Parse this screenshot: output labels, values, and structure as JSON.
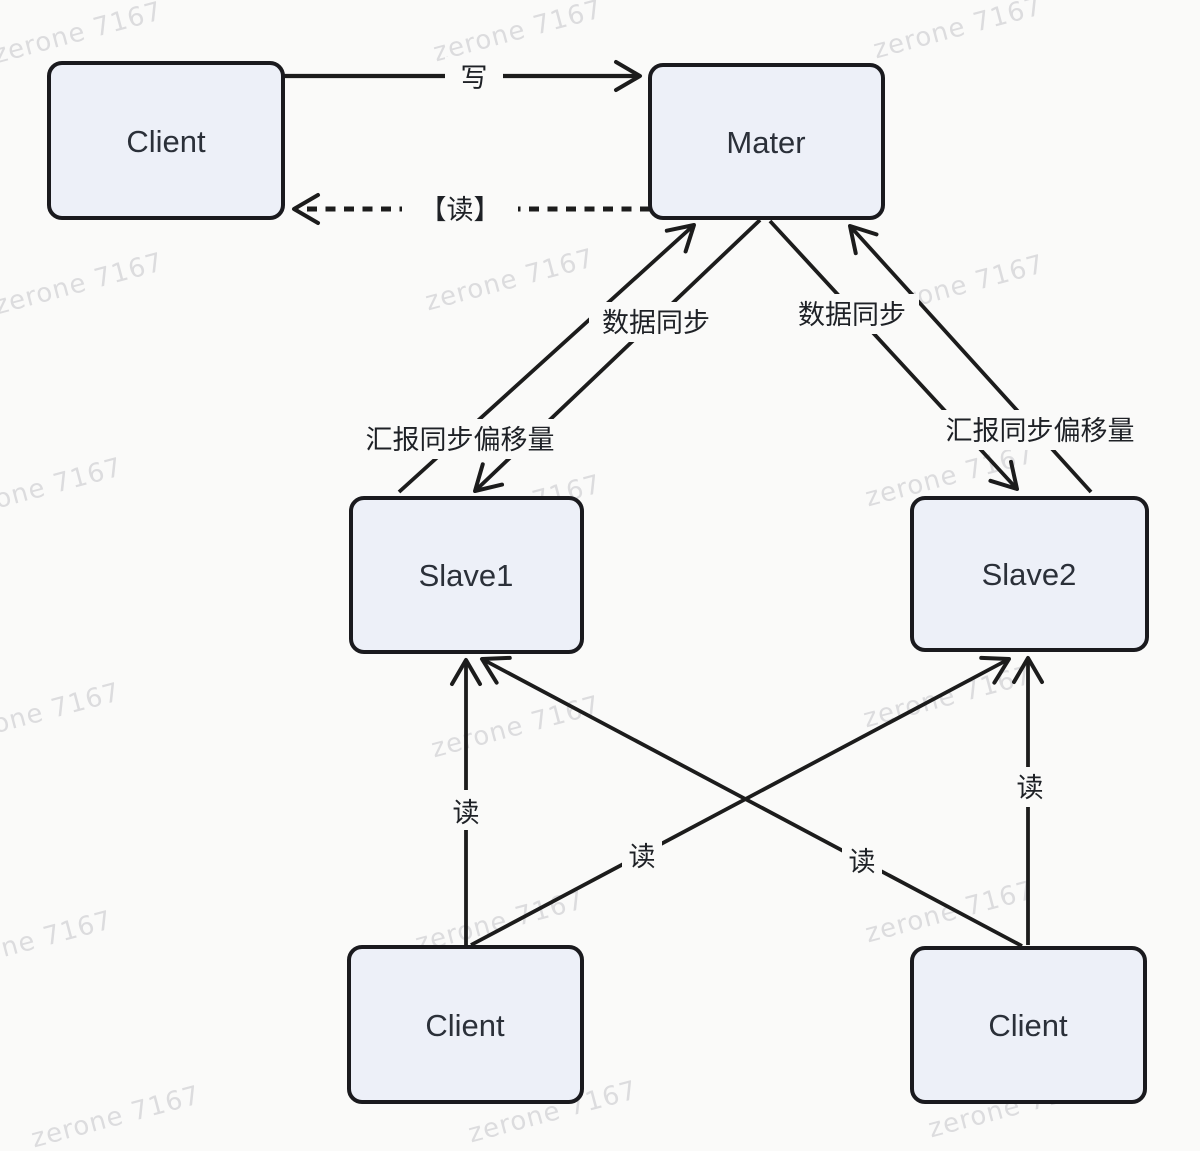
{
  "watermark": {
    "text": "zerone 7167"
  },
  "colors": {
    "background": "#fafaf9",
    "node_fill": "#edf0f8",
    "node_border": "#1a1a1e",
    "line": "#1c1c1c",
    "node_text": "#2b3039",
    "label_text": "#1e2126",
    "watermark_text": "#dcdcde"
  },
  "nodes": {
    "client_top": {
      "label": "Client"
    },
    "master": {
      "label": "Mater"
    },
    "slave1": {
      "label": "Slave1"
    },
    "slave2": {
      "label": "Slave2"
    },
    "client_bottom_left": {
      "label": "Client"
    },
    "client_bottom_right": {
      "label": "Client"
    }
  },
  "edge_labels": {
    "write": "写",
    "read_bracketed": "【读】",
    "data_sync_left": "数据同步",
    "data_sync_right": "数据同步",
    "report_offset_left": "汇报同步偏移量",
    "report_offset_right": "汇报同步偏移量",
    "read_bl_vertical": "读",
    "read_bl_diagonal": "读",
    "read_br_diagonal": "读",
    "read_br_vertical": "读"
  }
}
